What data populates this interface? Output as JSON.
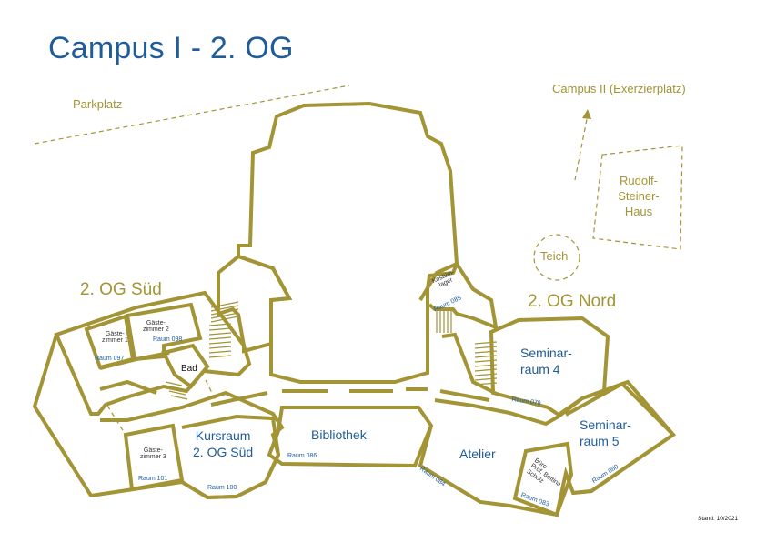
{
  "title": "Campus I - 2. OG",
  "stand": "Stand: 10/2021",
  "colors": {
    "outline": "#a39435",
    "title": "#1f5c99",
    "room_label": "#1f5c99",
    "landmark": "#a39435"
  },
  "landmarks": {
    "parkplatz": "Parkplatz",
    "campus2": "Campus II (Exerzierplatz)",
    "rudolf": [
      "Rudolf-",
      "Steiner-",
      "Haus"
    ],
    "teich": "Teich"
  },
  "sections": {
    "sued": "2. OG Süd",
    "nord": "2. OG Nord"
  },
  "rooms": {
    "gaeste1": {
      "name": [
        "Gäste-",
        "zimmer 1"
      ],
      "raum": "Raum 097"
    },
    "gaeste2": {
      "name": [
        "Gäste-",
        "zimmer 2"
      ],
      "raum": "Raum 098"
    },
    "gaeste3": {
      "name": [
        "Gäste-",
        "zimmer 3"
      ],
      "raum": "Raum 101"
    },
    "bad": {
      "name": "Bad"
    },
    "kursraum": {
      "name": [
        "Kursraum",
        "2. OG Süd"
      ],
      "raum": "Raum 100"
    },
    "bibliothek": {
      "name": "Bibliothek",
      "raum": "Raum 086"
    },
    "atelier": {
      "name": "Atelier",
      "raum": "Raum 084"
    },
    "kostuem": {
      "name": [
        "Kostüm-",
        "lager"
      ],
      "raum": "Raum 085"
    },
    "seminar4": {
      "name": [
        "Seminar-",
        "raum 4"
      ],
      "raum": "Raum 079"
    },
    "seminar5": {
      "name": [
        "Seminar-",
        "raum 5"
      ],
      "raum": "Raum 080"
    },
    "buero": {
      "name": [
        "Büro",
        "Prof. Bettina",
        "Scholz"
      ],
      "raum": "Raum 083"
    }
  }
}
